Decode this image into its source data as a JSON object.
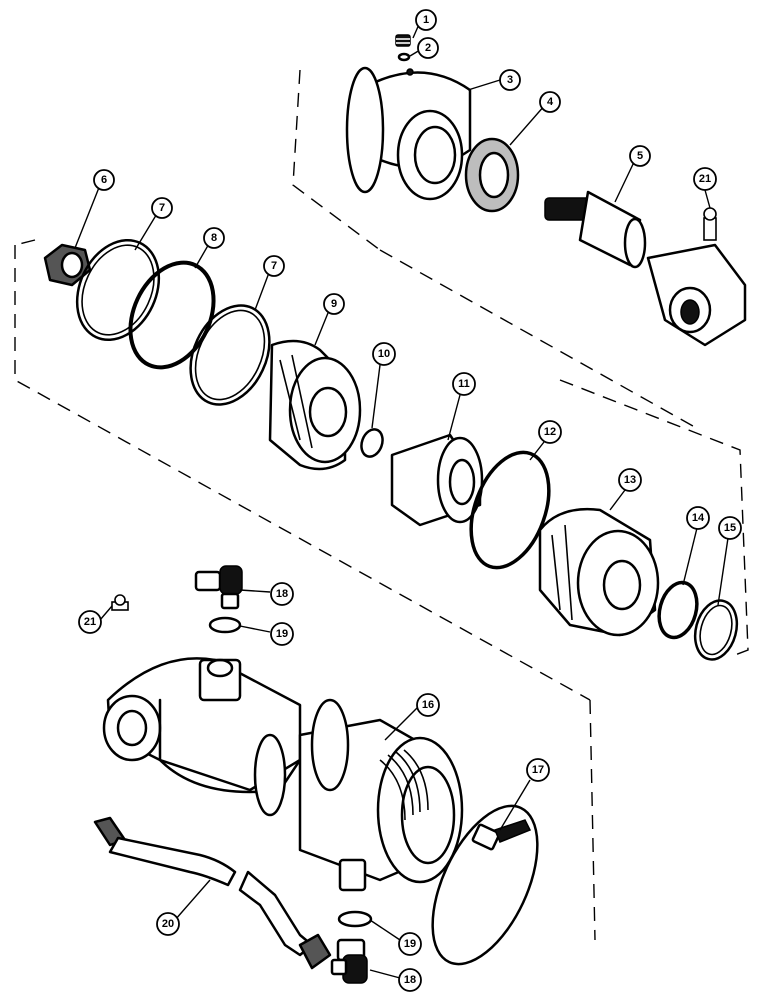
{
  "callouts": [
    {
      "label": "1"
    },
    {
      "label": "2"
    },
    {
      "label": "3"
    },
    {
      "label": "4"
    },
    {
      "label": "5"
    },
    {
      "label": "21"
    },
    {
      "label": "6"
    },
    {
      "label": "7"
    },
    {
      "label": "8"
    },
    {
      "label": "7"
    },
    {
      "label": "9"
    },
    {
      "label": "10"
    },
    {
      "label": "11"
    },
    {
      "label": "12"
    },
    {
      "label": "13"
    },
    {
      "label": "14"
    },
    {
      "label": "15"
    },
    {
      "label": "18"
    },
    {
      "label": "21"
    },
    {
      "label": "19"
    },
    {
      "label": "16"
    },
    {
      "label": "17"
    },
    {
      "label": "20"
    },
    {
      "label": "19"
    },
    {
      "label": "18"
    }
  ]
}
